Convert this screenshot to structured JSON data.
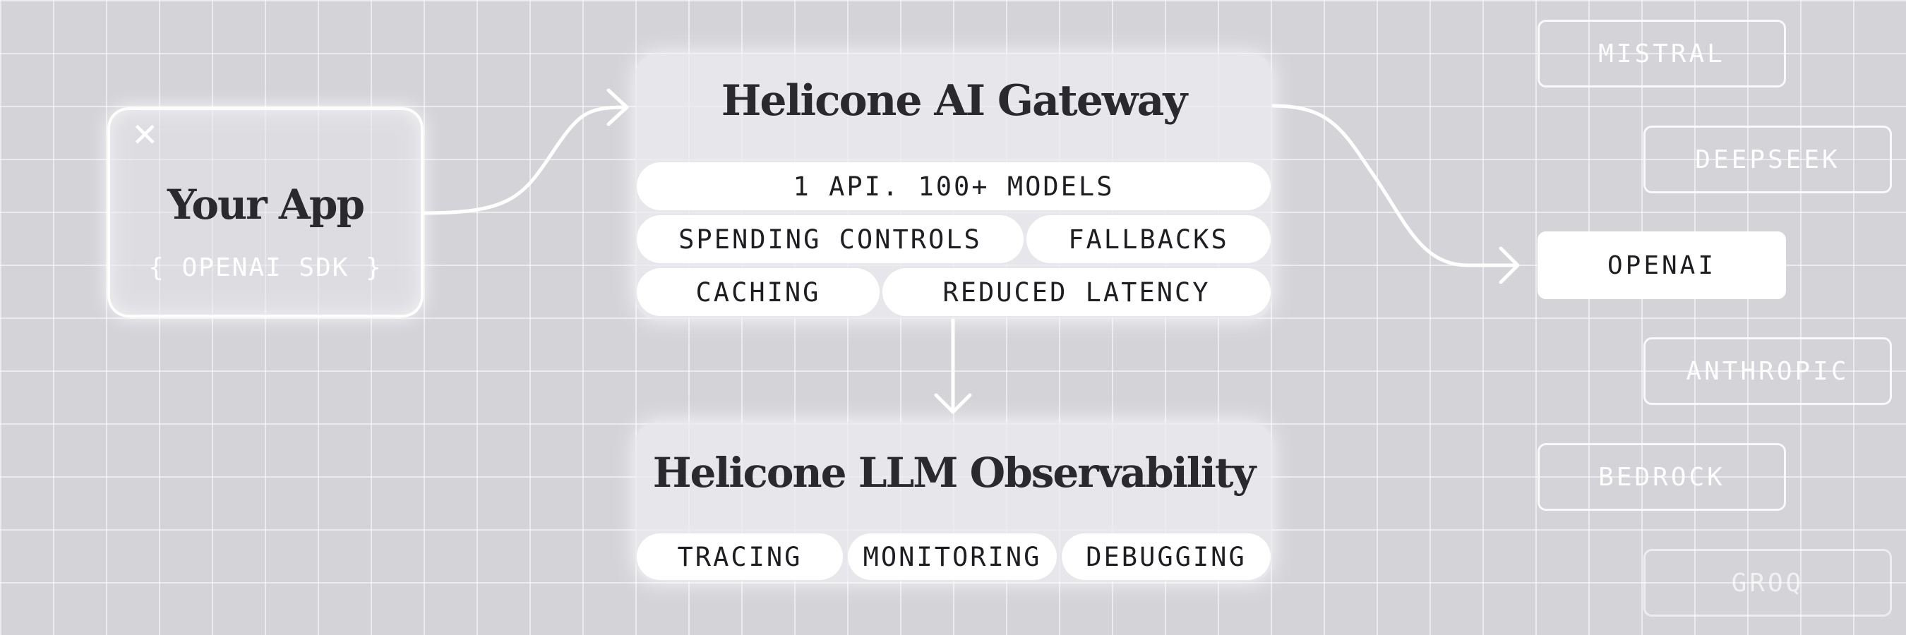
{
  "your_app": {
    "close_glyph": "✕",
    "title": "Your App",
    "subtitle": "{ OPENAI SDK }"
  },
  "gateway": {
    "title": "Helicone AI Gateway",
    "features": [
      "1 API. 100+ MODELS",
      "SPENDING CONTROLS",
      "FALLBACKS",
      "CACHING",
      "REDUCED LATENCY"
    ]
  },
  "observability": {
    "title": "Helicone LLM Observability",
    "features": [
      "TRACING",
      "MONITORING",
      "DEBUGGING"
    ]
  },
  "providers": [
    {
      "label": "MISTRAL",
      "active": false
    },
    {
      "label": "DEEPSEEK",
      "active": false
    },
    {
      "label": "OPENAI",
      "active": true
    },
    {
      "label": "ANTHROPIC",
      "active": false
    },
    {
      "label": "BEDROCK",
      "active": false
    },
    {
      "label": "GROQ",
      "active": false
    }
  ],
  "colors": {
    "background": "#d3d3d8",
    "grid_line": "#ffffff",
    "heading_text": "#2a2a2e",
    "pill_fill": "#ffffff"
  },
  "icons": {
    "close": "close-icon",
    "arrow": "arrow-right-icon"
  }
}
